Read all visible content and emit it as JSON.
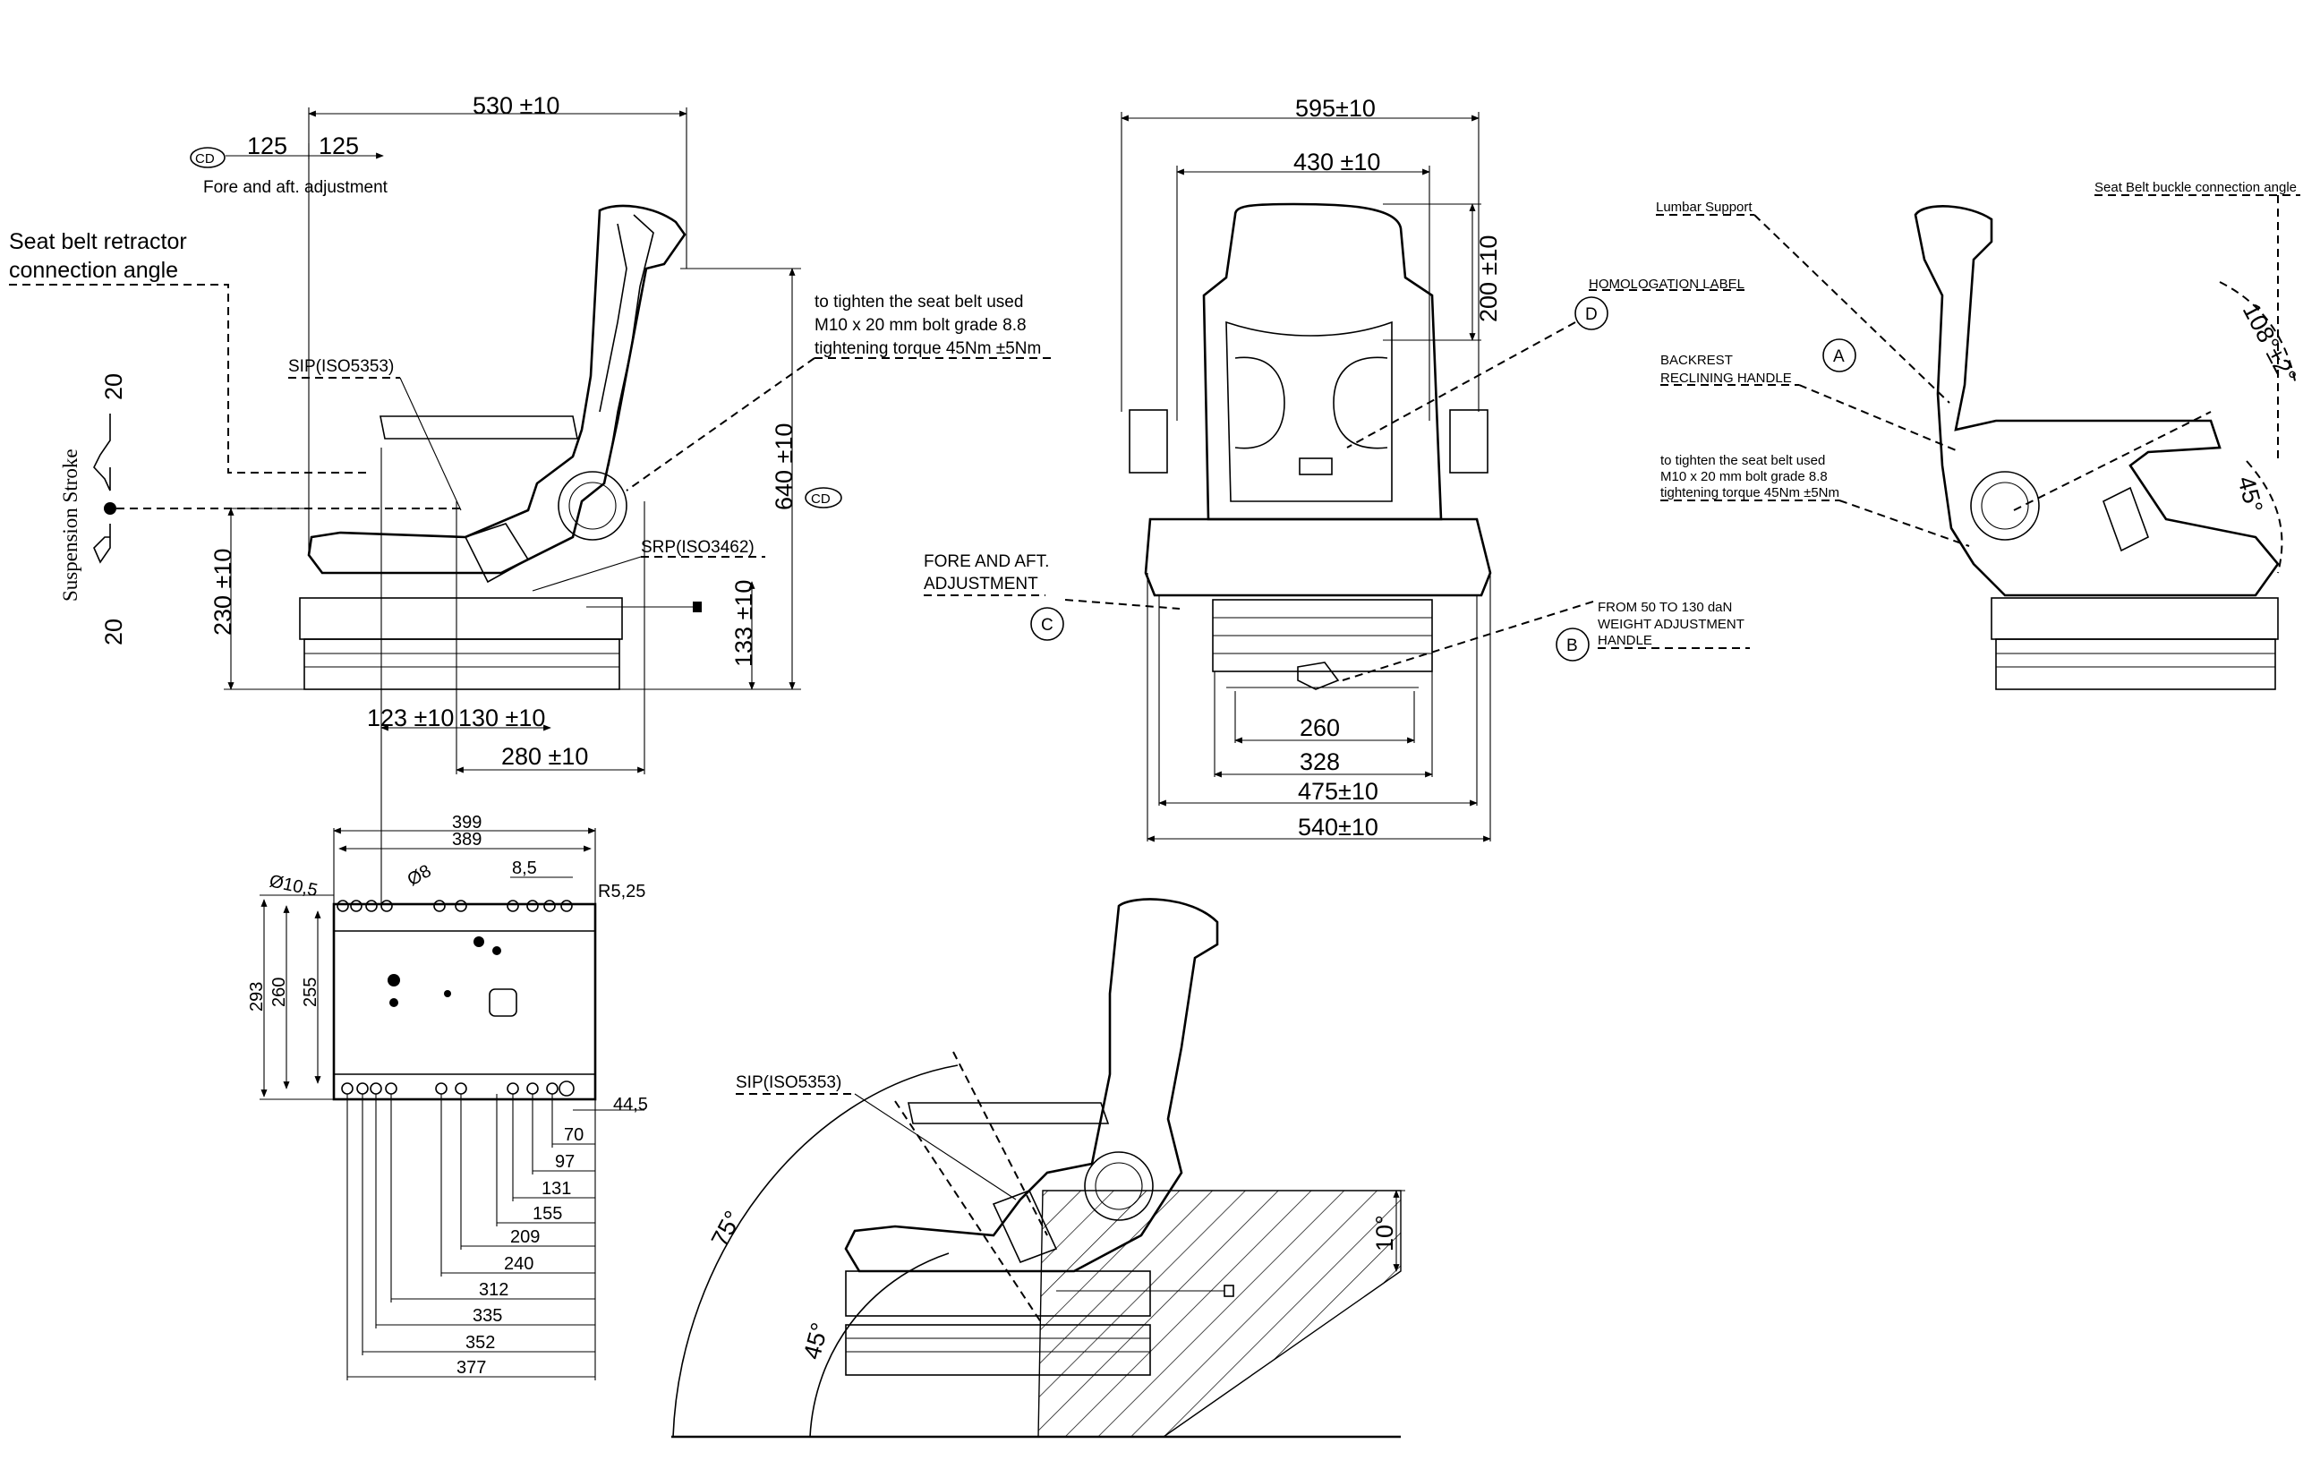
{
  "side_view": {
    "dim_overall_depth": "530 ±10",
    "dim_fore_aft_left": "125",
    "dim_fore_aft_right": "125",
    "cd_tag": "CD",
    "fore_aft_label": "Fore and aft. adjustment",
    "seat_belt_angle_line1": "Seat belt retractor",
    "seat_belt_angle_line2": "connection angle",
    "suspension_label": "Suspension Stroke",
    "stroke_up": "20",
    "stroke_down": "20",
    "sip_label": "SIP(ISO5353)",
    "srp_label": "SRP(ISO3462)",
    "bolt_note_1": "to tighten the seat belt used",
    "bolt_note_2": "M10 x 20 mm bolt grade 8.8",
    "bolt_note_3": "tightening torque 45Nm ±5Nm",
    "dim_height": "640 ±10",
    "dim_230": "230 ±10",
    "dim_133": "133 ±10",
    "dim_123": "123 ±10",
    "dim_130": "130 ±10",
    "dim_280": "280 ±10"
  },
  "front_view": {
    "dim_595": "595±10",
    "dim_430": "430 ±10",
    "dim_200": "200 ±10",
    "homologation_label": "HOMOLOGATION LABEL",
    "tag_d": "D",
    "fore_aft_1": "FORE AND AFT.",
    "fore_aft_2": "ADJUSTMENT",
    "tag_c": "C",
    "weight_1": "FROM 50 TO 130 daN",
    "weight_2": "WEIGHT ADJUSTMENT",
    "weight_3": "HANDLE",
    "tag_b": "B",
    "dim_260": "260",
    "dim_328": "328",
    "dim_475": "475±10",
    "dim_540": "540±10"
  },
  "right_view": {
    "lumbar": "Lumbar Support",
    "buckle": "Seat Belt buckle connection angle",
    "recline_1": "BACKREST",
    "recline_2": "RECLINING HANDLE",
    "tag_a": "A",
    "angle_108": "108°±2°",
    "angle_45": "45°",
    "bolt_note_1": "to tighten the seat belt used",
    "bolt_note_2": "M10 x 20 mm bolt grade 8.8",
    "bolt_note_3": "tightening torque 45Nm ±5Nm"
  },
  "base_plan": {
    "dim_399": "399",
    "dim_389": "389",
    "dim_85": "8,5",
    "dia_105": "Ø10,5",
    "dia_8": "Ø8",
    "radius": "R5,25",
    "dim_293": "293",
    "dim_260": "260",
    "dim_255": "255",
    "dim_445": "44,5",
    "bottom_dims": [
      "70",
      "97",
      "131",
      "155",
      "209",
      "240",
      "312",
      "335",
      "352",
      "377"
    ]
  },
  "iso_view": {
    "sip_label": "SIP(ISO5353)",
    "angle_75": "75°",
    "angle_45": "45°",
    "angle_10": "10°"
  }
}
